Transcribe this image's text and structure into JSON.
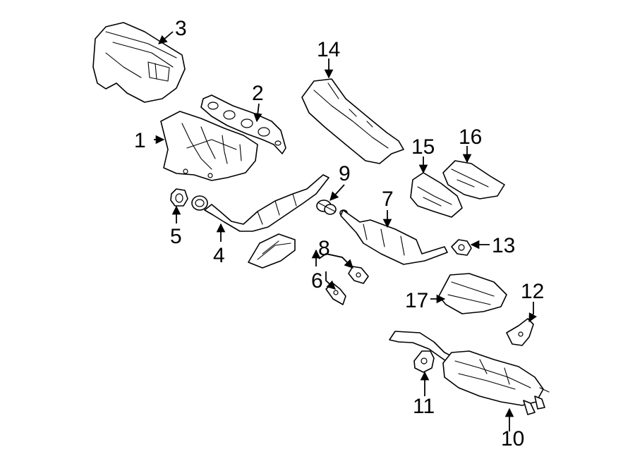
{
  "diagram": {
    "colors": {
      "line": "#000000",
      "background": "#ffffff"
    },
    "callouts": [
      "1",
      "2",
      "3",
      "4",
      "5",
      "6",
      "7",
      "8",
      "9",
      "10",
      "11",
      "12",
      "13",
      "14",
      "15",
      "16",
      "17"
    ]
  }
}
